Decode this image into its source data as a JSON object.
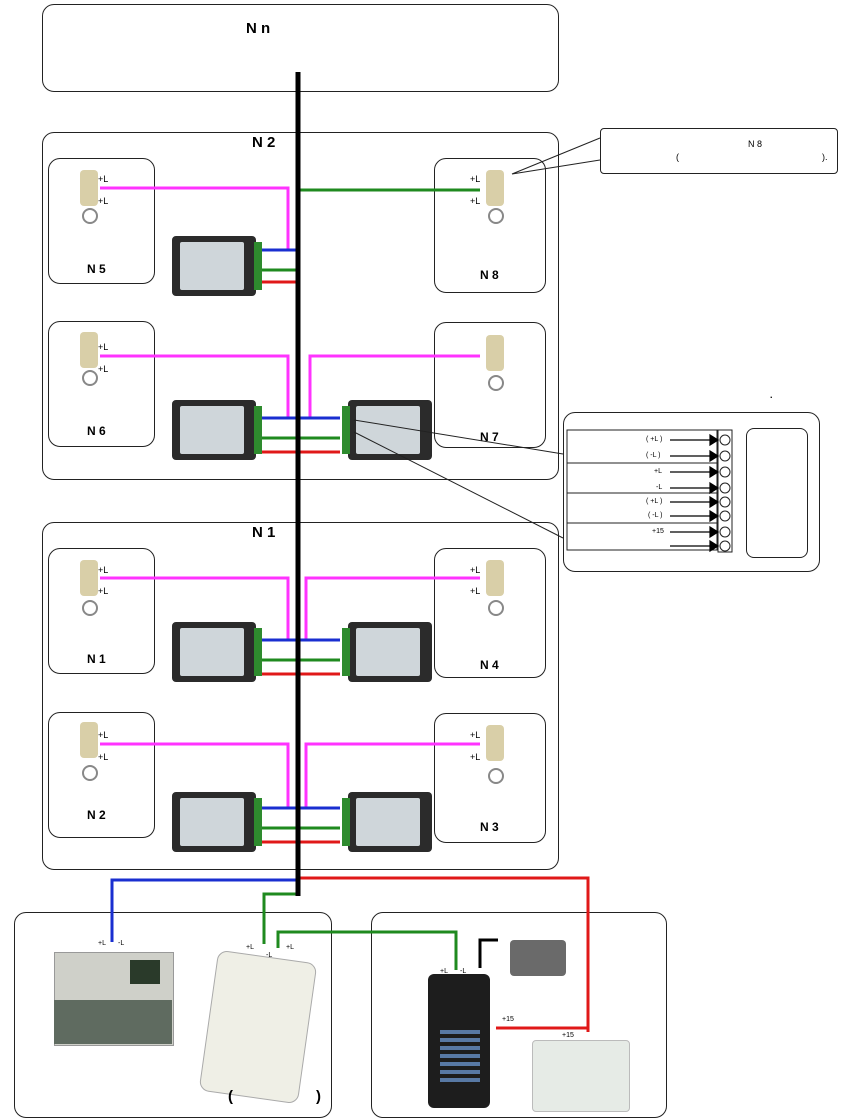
{
  "header": {
    "title": "N n"
  },
  "floors": [
    {
      "title": "N 2",
      "apartments": [
        "N 5",
        "N 8",
        "N 6",
        "N 7"
      ]
    },
    {
      "title": "N 1",
      "apartments": [
        "N 1",
        "N 4",
        "N 2",
        "N 3"
      ]
    }
  ],
  "callout": {
    "line1": "N 8",
    "line2_open": "(",
    "line2_close": ")."
  },
  "terminal_detail": {
    "dot": ".",
    "labels": [
      "( +L )",
      "( -L )",
      "+L",
      "-L",
      "( +L )",
      "( -L )",
      "+15",
      ""
    ]
  },
  "handset_labels": {
    "plus_l": "+L"
  },
  "concierge": {
    "plus_l": "+L",
    "minus_l": "-L",
    "note_open": "(",
    "note_close": ")"
  },
  "entrance": {
    "plus_l": "+L",
    "minus_l": "-L",
    "plus15": "+15",
    "psu_plus15": "+15"
  },
  "colors": {
    "bus": "#000000",
    "handset_wire": "#ff33ff",
    "blue": "#1a2fd0",
    "green": "#1f8a1f",
    "red": "#e01818"
  }
}
